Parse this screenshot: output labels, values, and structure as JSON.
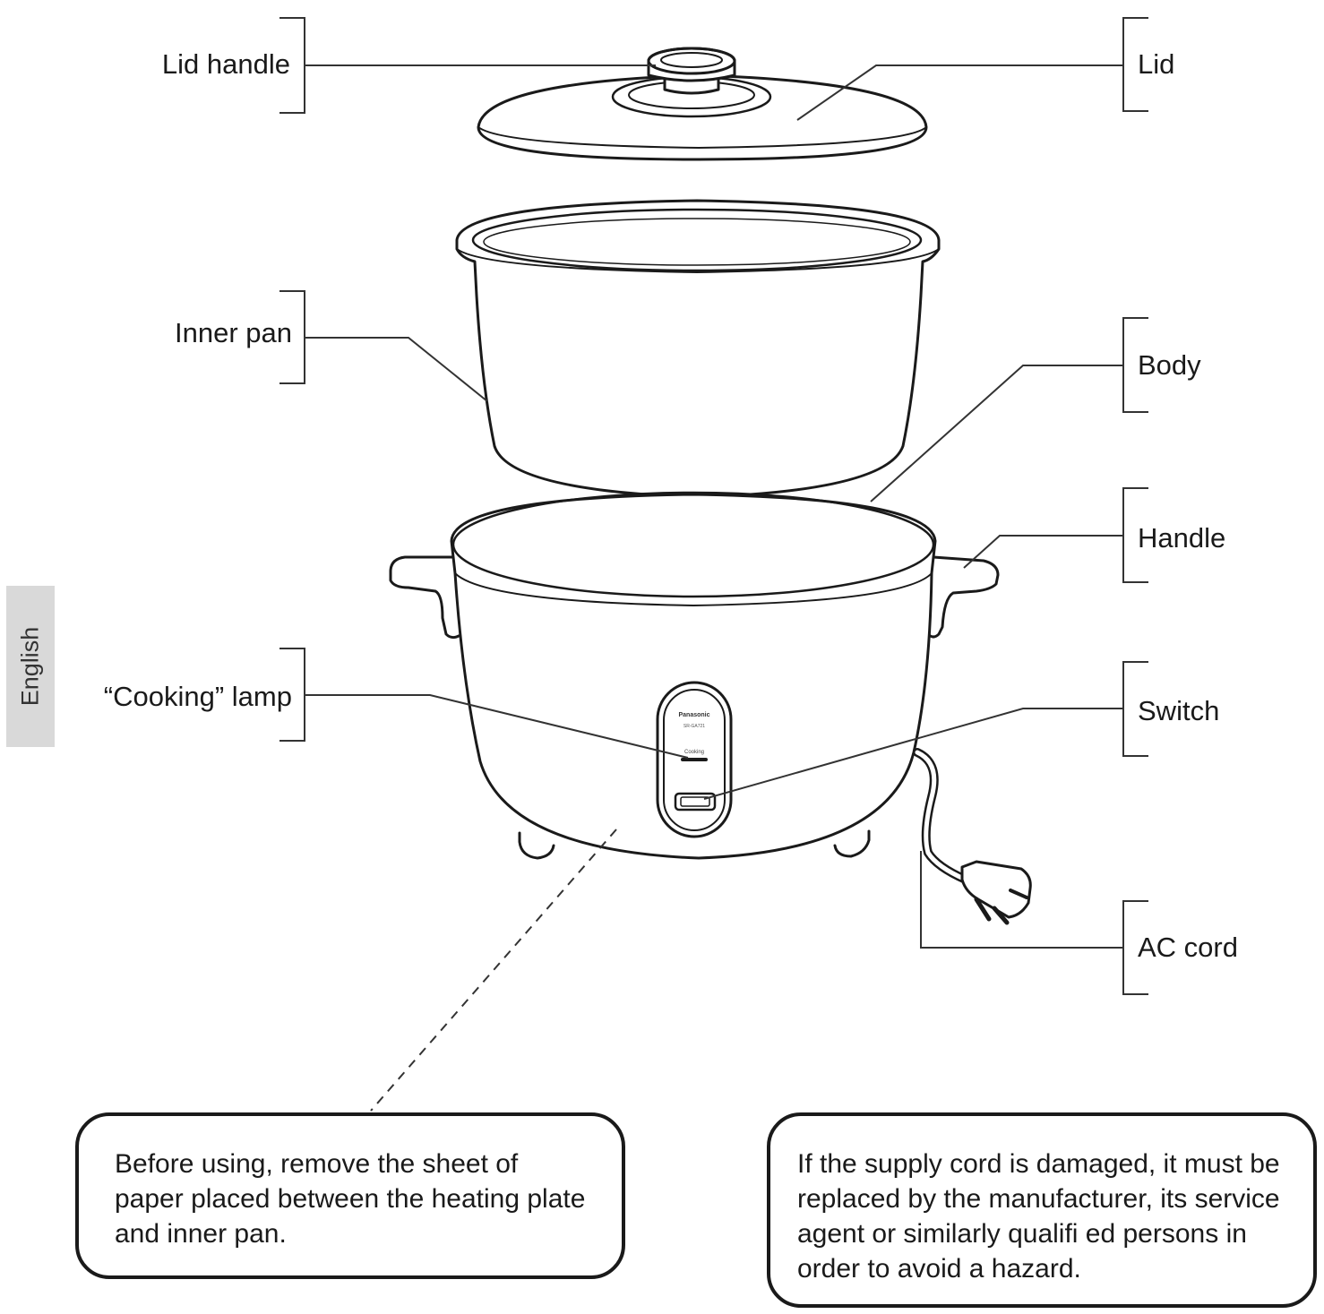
{
  "labels": {
    "lid_handle": "Lid handle",
    "lid": "Lid",
    "inner_pan": "Inner pan",
    "body": "Body",
    "handle": "Handle",
    "cooking_lamp": "“Cooking” lamp",
    "switch": "Switch",
    "ac_cord": "AC cord"
  },
  "language_tab": "English",
  "panel": {
    "brand": "Panasonic",
    "model": "SR-GA721",
    "lamp_text": "Cooking"
  },
  "notes": {
    "paper_sheet": "Before using, remove the sheet of paper placed between the heating plate and inner pan.",
    "supply_cord": "If the supply cord is damaged, it must be replaced by the manufacturer, its service agent or similarly qualifi ed persons in order to avoid a hazard."
  },
  "colors": {
    "line": "#1a1a1a",
    "tab_bg": "#d9d9d9"
  }
}
